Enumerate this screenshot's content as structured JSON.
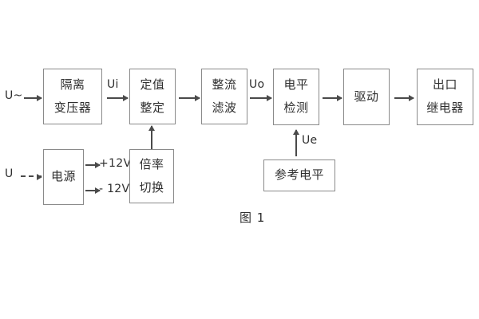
{
  "figure": {
    "caption": "图 1",
    "border_color": "#8a8a8a",
    "line_color": "#4a4a4a",
    "text_color": "#2f2f2f",
    "background": "#ffffff"
  },
  "blocks": [
    {
      "id": "isolation-transformer",
      "lines": [
        "隔离",
        "变压器"
      ]
    },
    {
      "id": "setting-value",
      "lines": [
        "定值",
        "整定"
      ]
    },
    {
      "id": "rectify-filter",
      "lines": [
        "整流",
        "滤波"
      ]
    },
    {
      "id": "level-detection",
      "lines": [
        "电平",
        "检测"
      ]
    },
    {
      "id": "driver",
      "lines": [
        "驱动"
      ]
    },
    {
      "id": "output-relay",
      "lines": [
        "出口",
        "继电器"
      ]
    },
    {
      "id": "power-supply",
      "lines": [
        "电源"
      ]
    },
    {
      "id": "multiplier-switch",
      "lines": [
        "倍率",
        "切换"
      ]
    },
    {
      "id": "reference-level",
      "lines": [
        "参考电平"
      ]
    }
  ],
  "signals": {
    "ac_input": "U~",
    "dc_input": "U",
    "ui": "Ui",
    "uo": "Uo",
    "ue": "Ue",
    "rail_positive": "+12V",
    "rail_negative": "- 12V"
  }
}
